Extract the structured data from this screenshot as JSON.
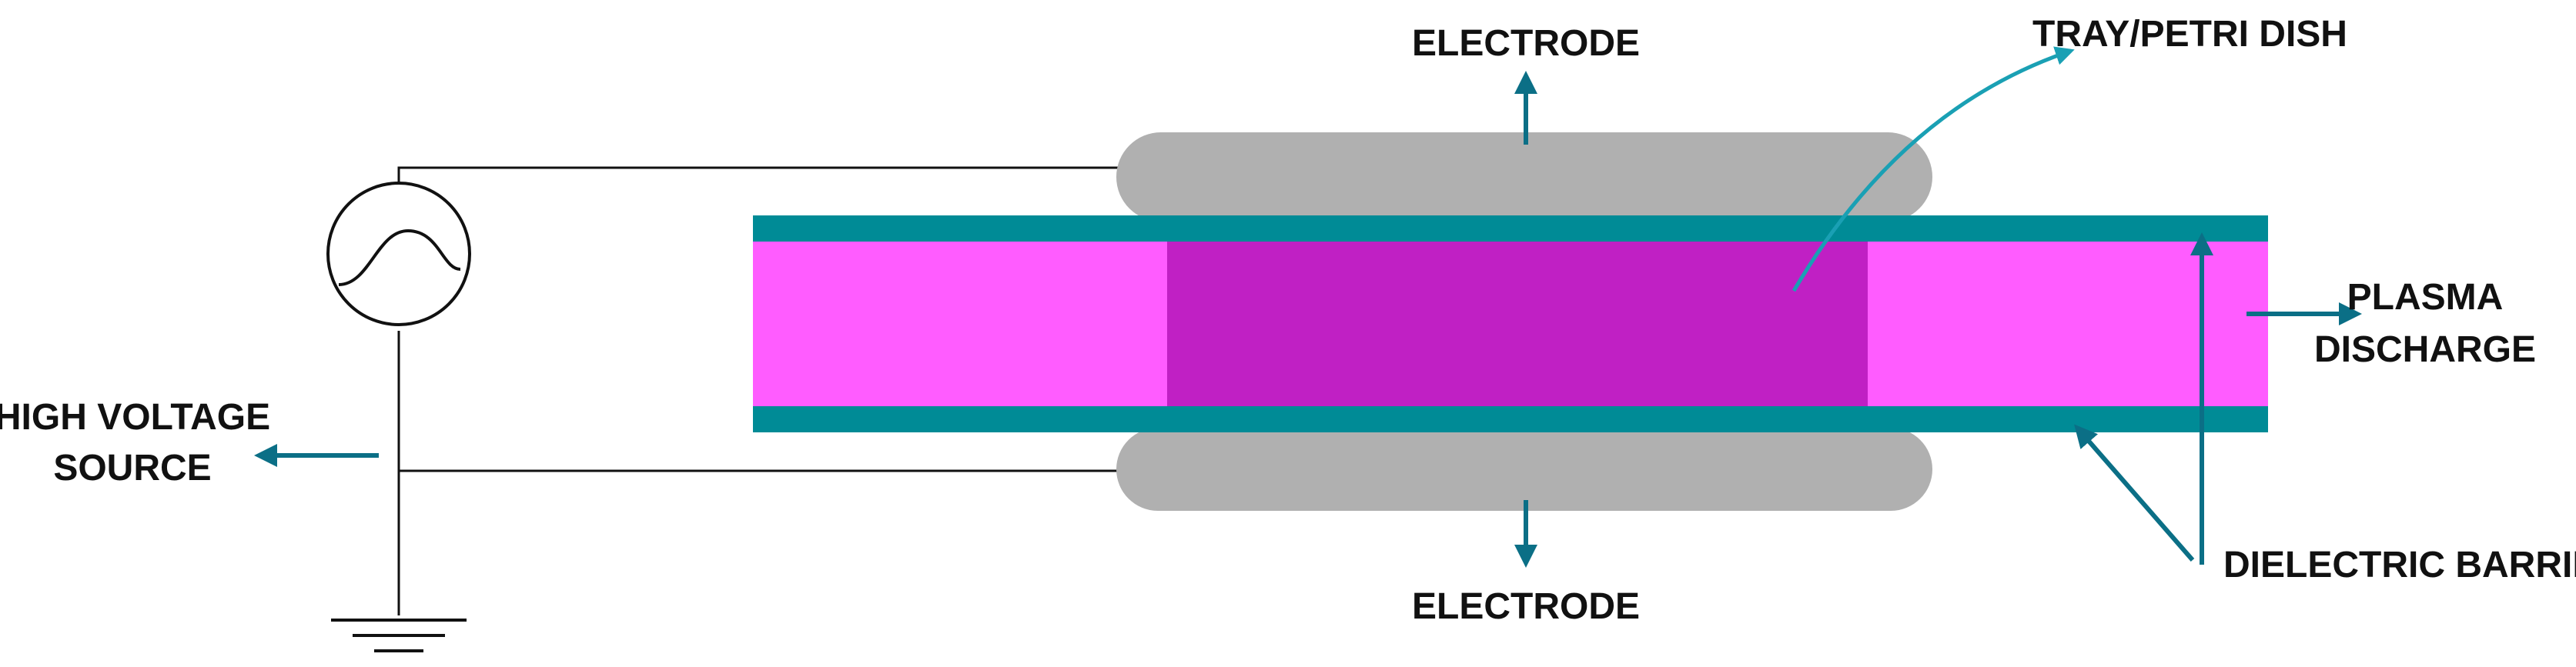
{
  "labels": {
    "electrode_top": "ELECTRODE",
    "electrode_bottom": "ELECTRODE",
    "tray": "TRAY/PETRI DISH",
    "plasma_line1": "PLASMA",
    "plasma_line2": "DISCHARGE",
    "dielectric": "DIELECTRIC BARRIER",
    "hv_line1": "HIGH VOLTAGE",
    "hv_line2": "SOURCE"
  },
  "colors": {
    "electrode": "#b0b0b0",
    "dielectric": "#008b96",
    "plasma": "#ff5cff",
    "tray": "#c020c4",
    "arrow": "#0b6f86",
    "tray_arrow": "#1aa0b4",
    "wire": "#111111"
  },
  "icons": {
    "source": "ac-voltage-source-icon",
    "ground": "ground-icon"
  }
}
